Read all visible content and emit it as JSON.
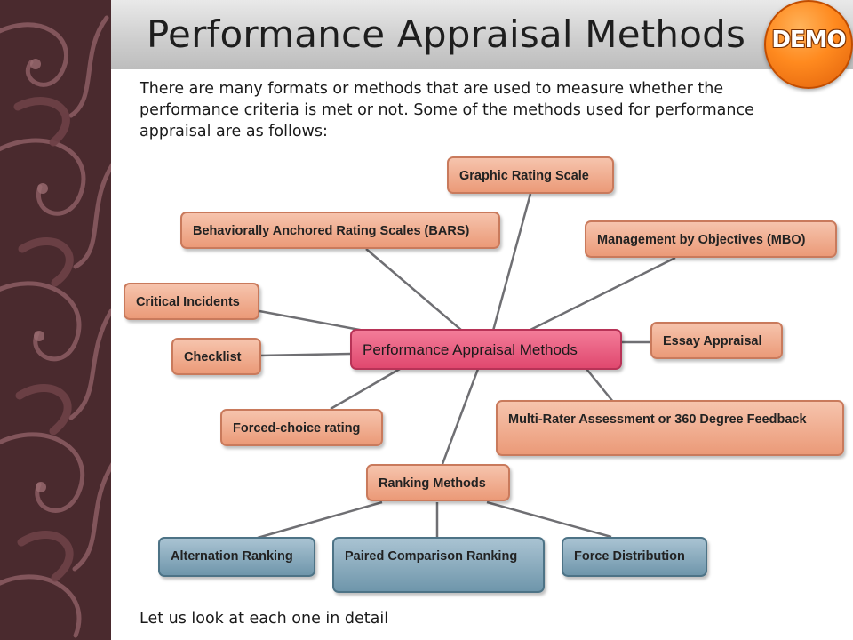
{
  "slide": {
    "title": "Performance Appraisal Methods",
    "badge": "DEMO",
    "intro": "There are many formats or methods that are used to measure whether the performance criteria is met or not. Some of the methods used for performance appraisal are as follows:",
    "outro": "Let us look at each one in detail"
  },
  "colors": {
    "sidebar": "#4a2a2e",
    "center_node": "#e0486f",
    "method_node": "#eb9a78",
    "ranking_subnode": "#6f96ab",
    "badge": "#ff8a1f"
  },
  "diagram": {
    "center": "Performance Appraisal Methods",
    "methods": [
      "Graphic Rating Scale",
      "Behaviorally Anchored Rating Scales (BARS)",
      "Management by Objectives (MBO)",
      "Critical Incidents",
      "Essay Appraisal",
      "Checklist",
      "Multi-Rater Assessment or 360 Degree Feedback",
      "Forced-choice rating",
      "Ranking Methods"
    ],
    "ranking_methods": [
      "Alternation Ranking",
      "Paired Comparison Ranking",
      "Force Distribution"
    ]
  }
}
